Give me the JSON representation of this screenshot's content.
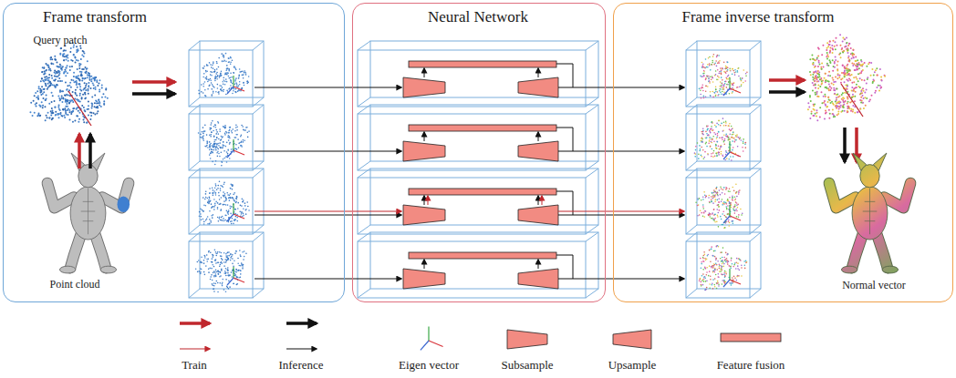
{
  "diagram": {
    "nodes": [
      {
        "text": [
          "Frame transform"
        ]
      },
      {
        "text": [
          "Neural Network"
        ]
      },
      {
        "text": [
          "Frame inverse transform"
        ]
      }
    ],
    "labels": [
      "Query patch",
      "Point cloud",
      "Normal vector"
    ],
    "legend": [
      {
        "text": "Train"
      },
      {
        "text": "Inference"
      },
      {
        "text": "Eigen vector"
      },
      {
        "text": "Subsample"
      },
      {
        "text": "Upsample"
      },
      {
        "text": "Feature fusion"
      }
    ]
  }
}
